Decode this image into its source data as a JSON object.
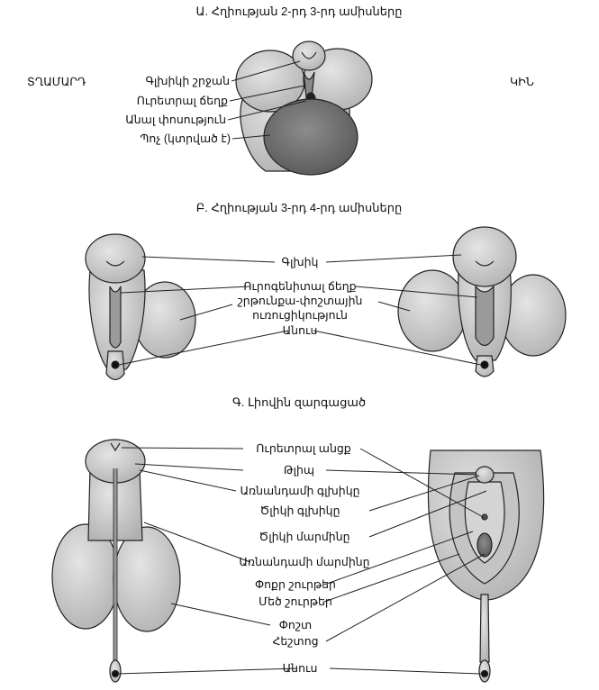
{
  "sections": {
    "a_title": "Ա. Հղիության 2-րդ 3-րդ ամիսները",
    "b_title": "Բ. Հղիության 3-րդ 4-րդ ամիսները",
    "c_title": "Գ. Լիովին զարգացած"
  },
  "sex": {
    "male": "ՏՂԱՄԱՐԴ",
    "female": "ԿԻՆ"
  },
  "labels_a": [
    "Գլխիկի շրջան",
    "Ուրետրալ ճեղք",
    "Անալ փոսություն",
    "Պոչ (կտրված է)"
  ],
  "labels_b": [
    "Գլխիկ",
    "Ուրոգենիտալ ճեղք",
    "շրթունքա-փոշտային",
    "ուռուցիկություն",
    "Անուս"
  ],
  "labels_c": [
    "Ուրետրալ անցք",
    "Թլիպ",
    "Առնանդամի գլխիկը",
    "Ծլիկի գլխիկը",
    "Ծլիկի մարմինը",
    "Առնանդամի մարմինը",
    "Փոքր շուրթեր",
    "Մեծ շուրթեր",
    "Փոշտ",
    "Հեշտոց",
    "Անուս"
  ],
  "colors": {
    "tissue": "#cfcfcf",
    "tissue_dark": "#7a7a7a",
    "outline": "#222222",
    "leader": "#222222"
  }
}
